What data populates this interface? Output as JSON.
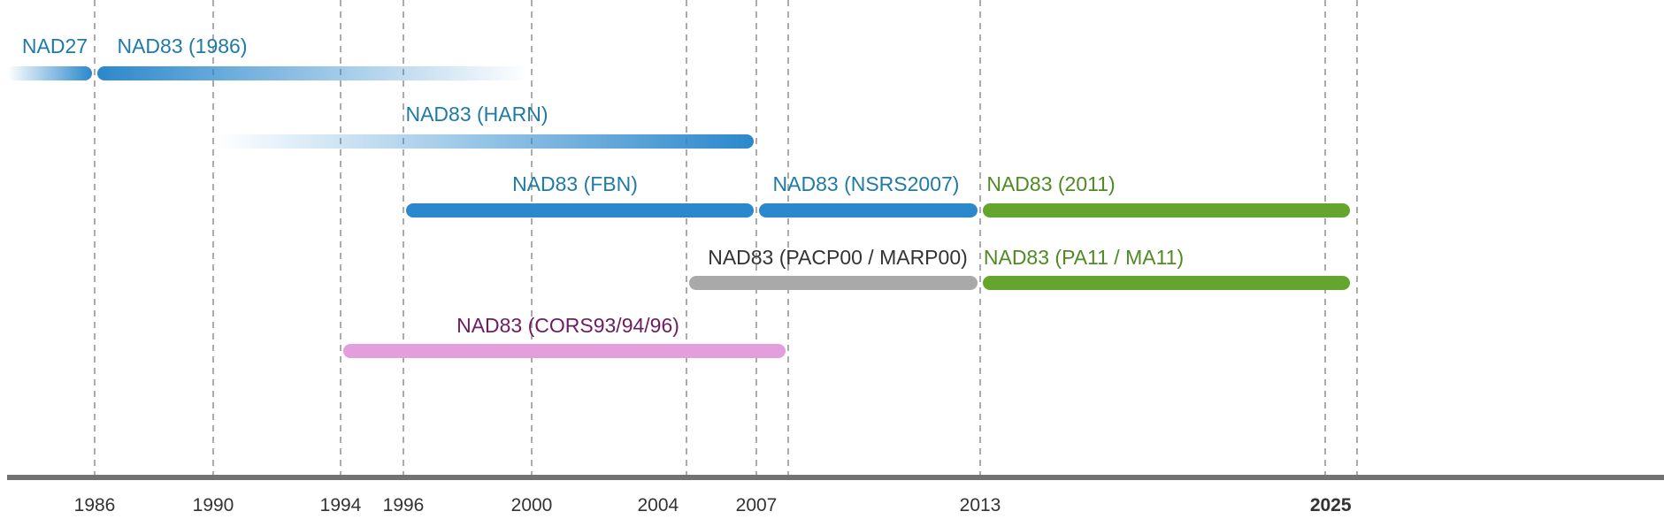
{
  "colors": {
    "blue": "#2b88cc",
    "blue_text": "#1f7aa8",
    "green": "#64a52d",
    "green_text": "#4e8b23",
    "gray": "#a9a9a9",
    "gray_text": "#333333",
    "pink": "#e29edd",
    "pink_text": "#6e1c61",
    "axis": "#727272"
  },
  "chart_data": {
    "type": "timeline",
    "x_axis_ticks": [
      {
        "label": "1986",
        "value": 1986,
        "bold": false
      },
      {
        "label": "1990",
        "value": 1990,
        "bold": false
      },
      {
        "label": "1994",
        "value": 1994,
        "bold": false
      },
      {
        "label": "1996",
        "value": 1996,
        "bold": false
      },
      {
        "label": "2000",
        "value": 2000,
        "bold": false
      },
      {
        "label": "2004",
        "value": 2004,
        "bold": false
      },
      {
        "label": "2007",
        "value": 2007,
        "bold": false
      },
      {
        "label": "2013",
        "value": 2013,
        "bold": false
      },
      {
        "label": "2025",
        "value": 2025,
        "bold": true
      }
    ],
    "gridlines": [
      1986,
      1990,
      1994,
      1996,
      2000,
      2004.9,
      2007,
      2008.1,
      2013,
      2024.8,
      2025.9
    ],
    "rows": [
      {
        "bars": [
          {
            "label": "NAD27",
            "start": 1983,
            "end": 1986,
            "color": "blue",
            "fade": "in"
          },
          {
            "label": "NAD83 (1986)",
            "start": 1986,
            "end": 2000,
            "color": "blue",
            "fade": "out"
          }
        ]
      },
      {
        "bars": [
          {
            "label": "NAD83 (HARN)",
            "start": 1990,
            "end": 2007,
            "color": "blue",
            "fade": "in"
          }
        ]
      },
      {
        "bars": [
          {
            "label": "NAD83 (FBN)",
            "start": 1996,
            "end": 2007,
            "color": "blue",
            "fade": "none"
          },
          {
            "label": "NAD83 (NSRS2007)",
            "start": 2007,
            "end": 2013,
            "color": "blue",
            "fade": "none"
          },
          {
            "label": "NAD83 (2011)",
            "start": 2013,
            "end": 2025.8,
            "color": "green",
            "fade": "none"
          }
        ]
      },
      {
        "bars": [
          {
            "label": "NAD83 (PACP00 / MARP00)",
            "start": 2004.9,
            "end": 2013,
            "color": "gray",
            "fade": "none"
          },
          {
            "label": "NAD83 (PA11 / MA11)",
            "start": 2013,
            "end": 2025.8,
            "color": "green",
            "fade": "none"
          }
        ]
      },
      {
        "bars": [
          {
            "label": "NAD83 (CORS93/94/96)",
            "start": 1994,
            "end": 2008.1,
            "color": "pink",
            "fade": "none"
          }
        ]
      }
    ]
  }
}
